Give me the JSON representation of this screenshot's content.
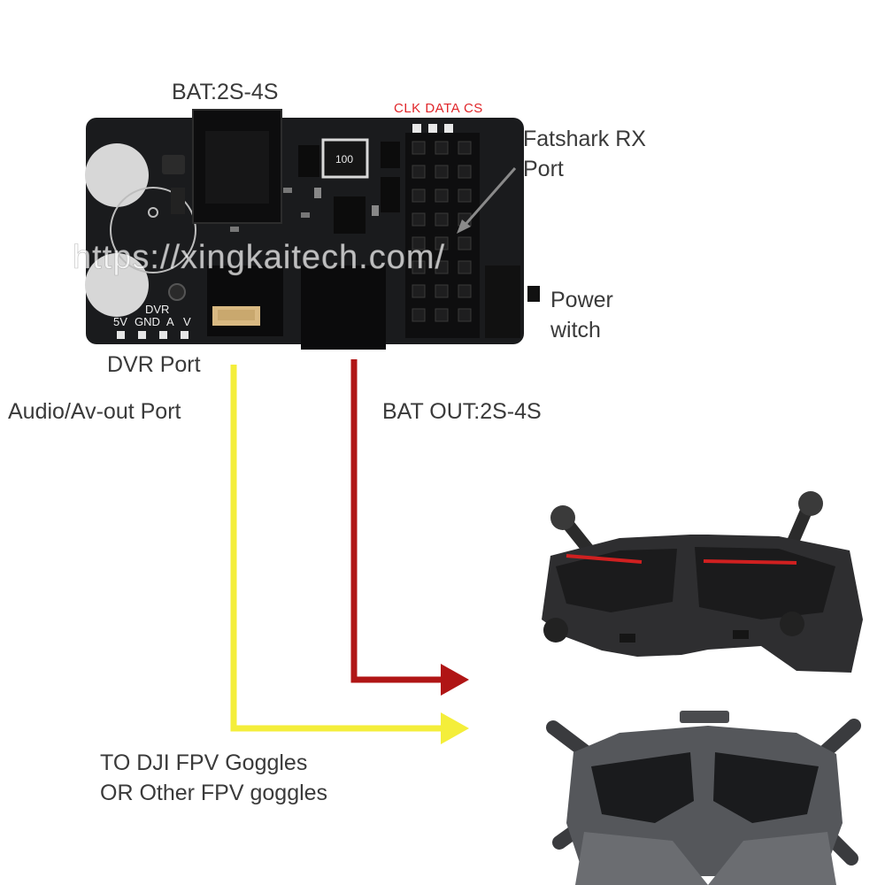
{
  "labels": {
    "bat_in": "BAT:2S-4S",
    "pins": "CLK DATA CS",
    "fatshark": "Fatshark RX\nPort",
    "power": "Power\nwitch",
    "dvr_port": "DVR Port",
    "audio_av": "Audio/Av-out Port",
    "bat_out": "BAT OUT:2S-4S",
    "goggles_target": "TO DJI FPV Goggles\nOR Other FPV goggles"
  },
  "board": {
    "dvr_silk": "DVR",
    "pin_labels": [
      "5V",
      "GND",
      "A",
      "V"
    ],
    "inductor_text": "100"
  },
  "watermark": "https://xingkaitech.com/",
  "colors": {
    "pcb": "#1a1b1d",
    "yellow_line": "#f4ee3a",
    "red_line": "#b01515",
    "pin_label_red": "#e0262a"
  }
}
